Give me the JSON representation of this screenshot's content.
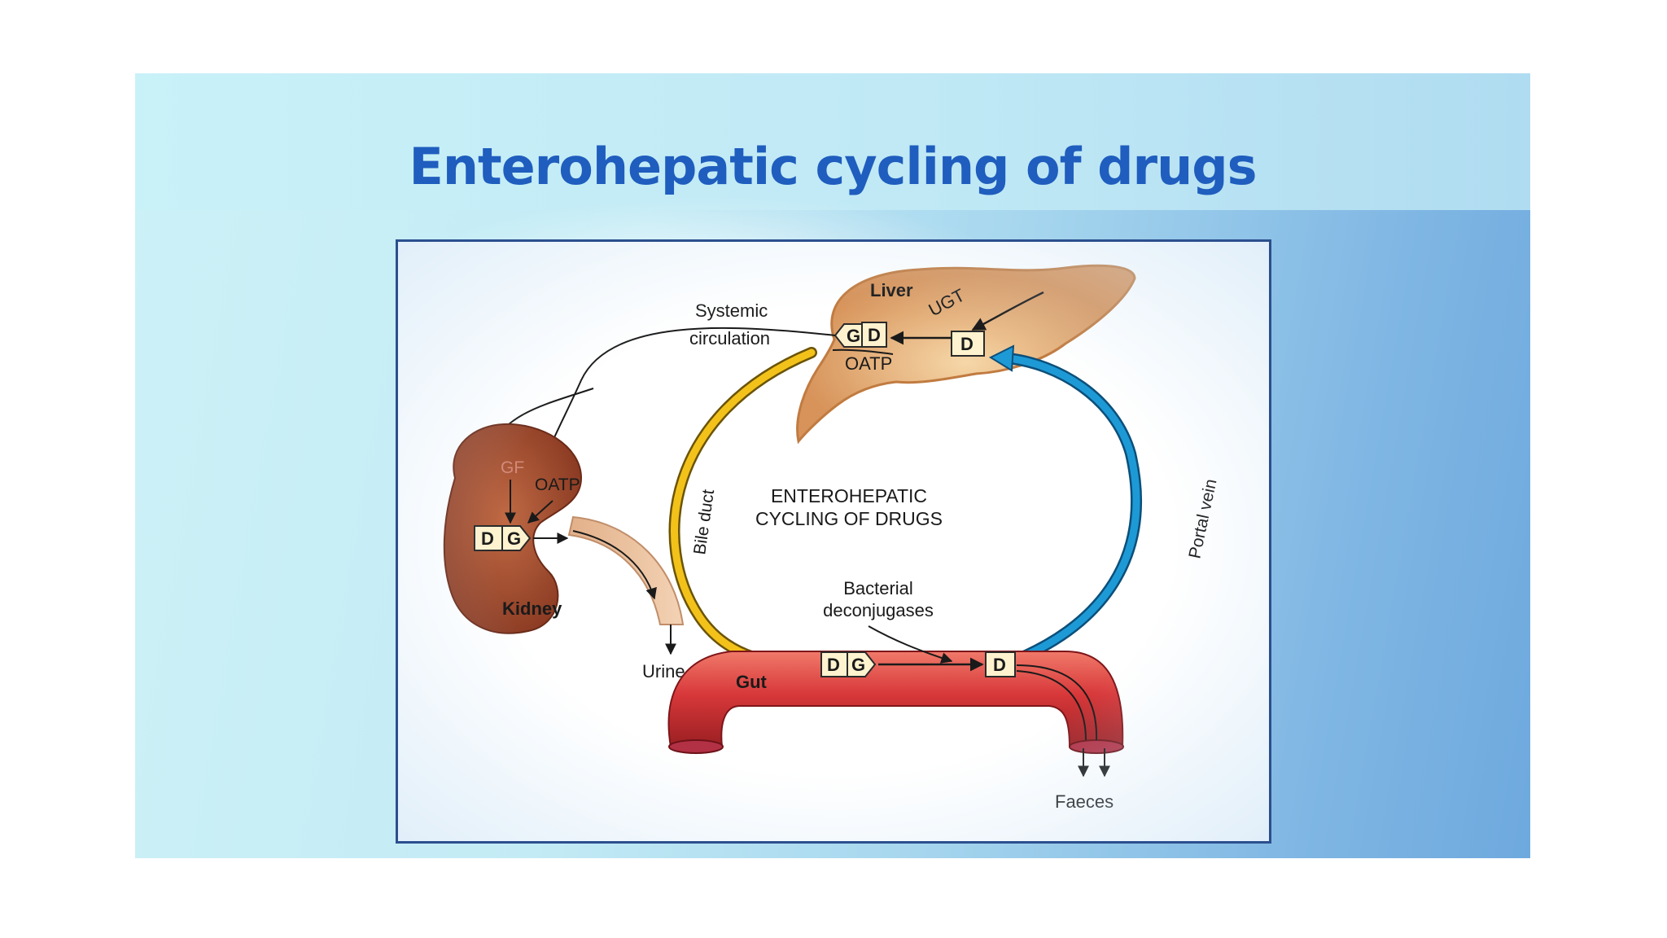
{
  "slide": {
    "title": "Enterohepatic cycling of drugs"
  },
  "diagram": {
    "center_label_line1": "ENTEROHEPATIC",
    "center_label_line2": "CYCLING OF DRUGS",
    "liver": {
      "label": "Liver",
      "enzyme": "UGT",
      "transporter": "OATP"
    },
    "kidney": {
      "label": "Kidney",
      "filtration": "GF",
      "transporter": "OATP"
    },
    "gut": {
      "label": "Gut"
    },
    "systemic_circulation_line1": "Systemic",
    "systemic_circulation_line2": "circulation",
    "bile_duct": "Bile duct",
    "portal_vein": "Portal vein",
    "bacterial_line1": "Bacterial",
    "bacterial_line2": "deconjugases",
    "urine": "Urine",
    "faeces": "Faeces",
    "drug_box": "D",
    "glucuronide_box": "G",
    "colors": {
      "title": "#1f5dbe",
      "bile_duct_arrow": "#f3c21a",
      "portal_vein_arrow": "#1d9ad6",
      "liver": "#d9955a",
      "kidney": "#9c4a2e",
      "gut": "#d8383a"
    }
  }
}
